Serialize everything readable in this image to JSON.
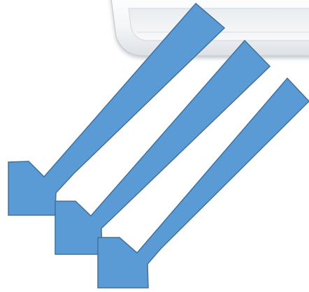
{
  "scene": {
    "background_color": "#ffffff",
    "air_conditioner": {
      "icon": "air-conditioner-unit",
      "body_color": "#f4f6f8",
      "edge_color": "#c7ccd2",
      "shadow_color": "#b9bec5"
    },
    "airflow_arrows": {
      "icon": "arrow-down-left",
      "direction": "down-left",
      "count": 3,
      "fill_color": "#5b9bd5",
      "stroke_color": "#41719c"
    }
  }
}
